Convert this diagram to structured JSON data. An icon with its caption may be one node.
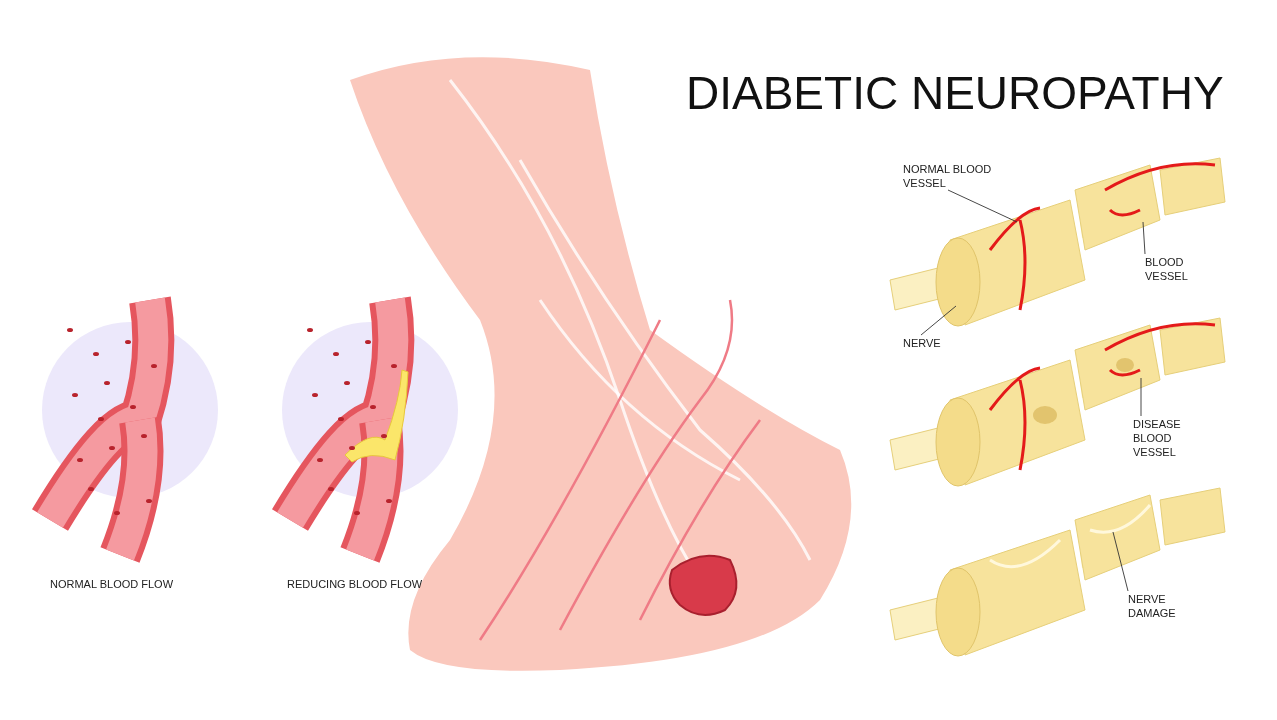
{
  "diagram": {
    "title": "DIABETIC NEUROPATHY",
    "nodes": [
      {
        "text": [
          "NORMAL BLOOD VESSEL"
        ]
      },
      {
        "text": [
          "BLOOD VESSEL"
        ]
      },
      {
        "text": [
          "NERVE"
        ]
      },
      {
        "text": [
          "DISEASE BLOOD VESSEL"
        ]
      },
      {
        "text": [
          "NERVE DAMAGE"
        ]
      }
    ],
    "edges": [
      {
        "from": 0,
        "to": null,
        "arrow": "none"
      },
      {
        "from": 1,
        "to": null,
        "arrow": "none"
      },
      {
        "from": 2,
        "to": null,
        "arrow": "none"
      },
      {
        "from": 3,
        "to": null,
        "arrow": "none"
      },
      {
        "from": 4,
        "to": null,
        "arrow": "none"
      }
    ],
    "labels": [
      "NORMAL BLOOD FLOW",
      "REDUCING BLOOD FLOW"
    ]
  }
}
